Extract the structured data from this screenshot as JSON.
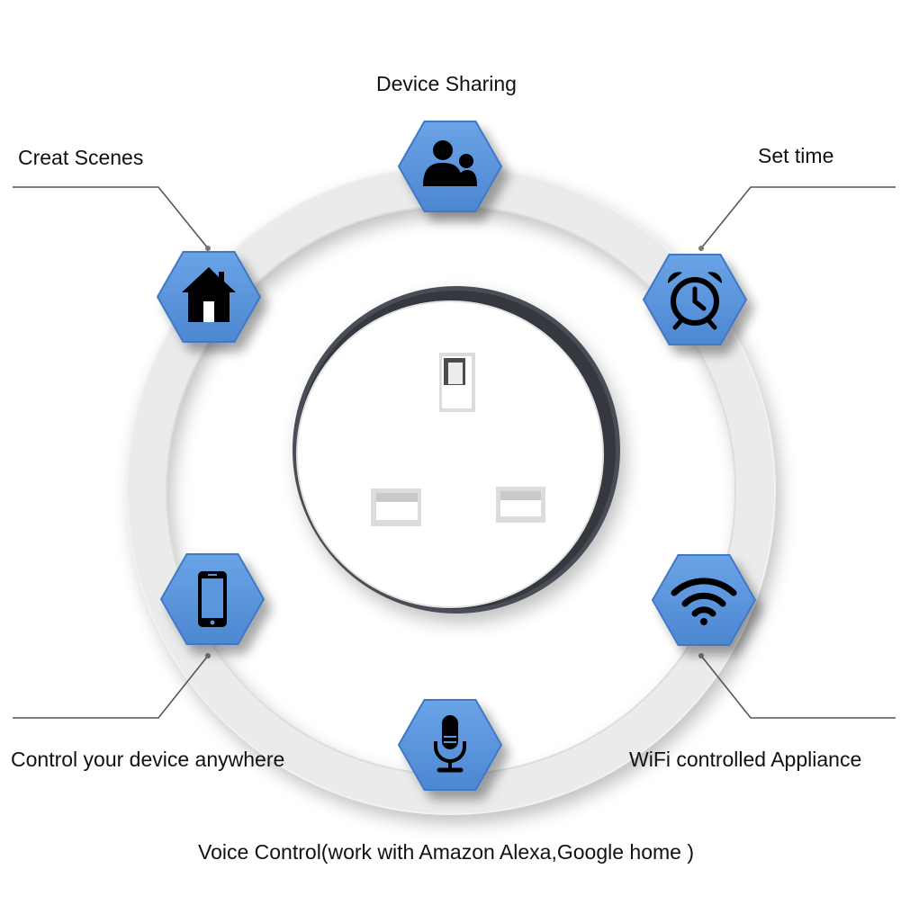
{
  "labels": {
    "device_sharing": "Device Sharing",
    "creat_scenes": "Creat Scenes",
    "set_time": "Set time",
    "control_anywhere": "Control your device anywhere",
    "wifi_controlled": "WiFi controlled Appliance",
    "voice_control": "Voice Control(work with Amazon Alexa,Google home )"
  },
  "features": [
    {
      "label": "Device Sharing",
      "icon": "people-icon"
    },
    {
      "label": "Creat Scenes",
      "icon": "house-icon"
    },
    {
      "label": "Set time",
      "icon": "alarm-clock-icon"
    },
    {
      "label": "Control your device anywhere",
      "icon": "smartphone-icon"
    },
    {
      "label": "WiFi controlled Appliance",
      "icon": "wifi-icon"
    },
    {
      "label": "Voice Control(work with Amazon Alexa,Google home )",
      "icon": "microphone-icon"
    }
  ],
  "colors": {
    "hex_fill": "#5b95dd",
    "hex_fill_dark": "#3f78c6",
    "icon": "#000000",
    "ring": "#e9e9e9",
    "socket_rim": "#4a4d54",
    "leader_line": "#555555"
  }
}
